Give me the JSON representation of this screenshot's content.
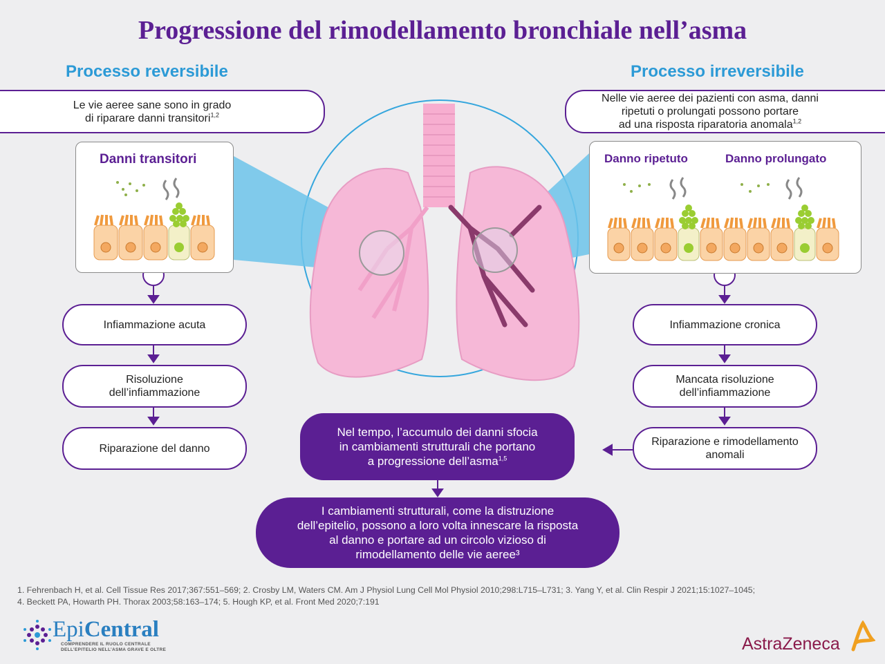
{
  "title": "Progressione del rimodellamento bronchiale nell’asma",
  "left": {
    "heading": "Processo reversibile",
    "intro": "Le vie aeree sane sono in grado\ndi riparare danni transitori",
    "intro_sup": "1,2",
    "panel_label": "Danni transitori",
    "steps": [
      "Infiammazione acuta",
      "Risoluzione\ndell’infiammazione",
      "Riparazione del danno"
    ]
  },
  "right": {
    "heading": "Processo irreversibile",
    "intro": "Nelle vie aeree dei pazienti con asma, danni\nripetuti o prolungati possono portare\nad una risposta riparatoria anomala",
    "intro_sup": "1,2",
    "panel_label_1": "Danno ripetuto",
    "panel_label_2": "Danno prolungato",
    "steps": [
      "Infiammazione cronica",
      "Mancata risoluzione\ndell’infiammazione",
      "Riparazione e rimodellamento\nanomali"
    ]
  },
  "center": {
    "box1": "Nel tempo, l’accumulo dei danni sfocia\nin cambiamenti strutturali che portano\na progressione dell’asma",
    "box1_sup": "1,5",
    "box2": "I cambiamenti strutturali, come la distruzione\ndell’epitelio, possono a loro volta innescare la risposta\nal danno e portare ad un circolo vizioso di\nrimodellamento delle vie aeree³"
  },
  "references": "1. Fehrenbach H, et al. Cell Tissue Res 2017;367:551–569; 2. Crosby LM, Waters CM. Am J Physiol Lung Cell Mol Physiol 2010;298:L715–L731; 3. Yang Y, et al. Clin Respir J 2021;15:1027–1045;\n4. Beckett PA, Howarth PH. Thorax 2003;58:163–174; 5. Hough KP, et al. Front Med 2020;7:191",
  "logo_epicentral": {
    "name_part1": "Epi",
    "name_part2": "Central",
    "tagline": "COMPRENDERE IL RUOLO CENTRALE\nDELL’EPITELIO NELL’ASMA GRAVE E OLTRE"
  },
  "logo_astrazeneca": "AstraZeneca",
  "colors": {
    "purple": "#5b1f93",
    "blue_heading": "#2c9ad6",
    "lung_pink": "#f5b6d6",
    "lung_dark": "#8a3a6b",
    "cell_orange": "#f7b476",
    "cell_green": "#9acd32"
  }
}
